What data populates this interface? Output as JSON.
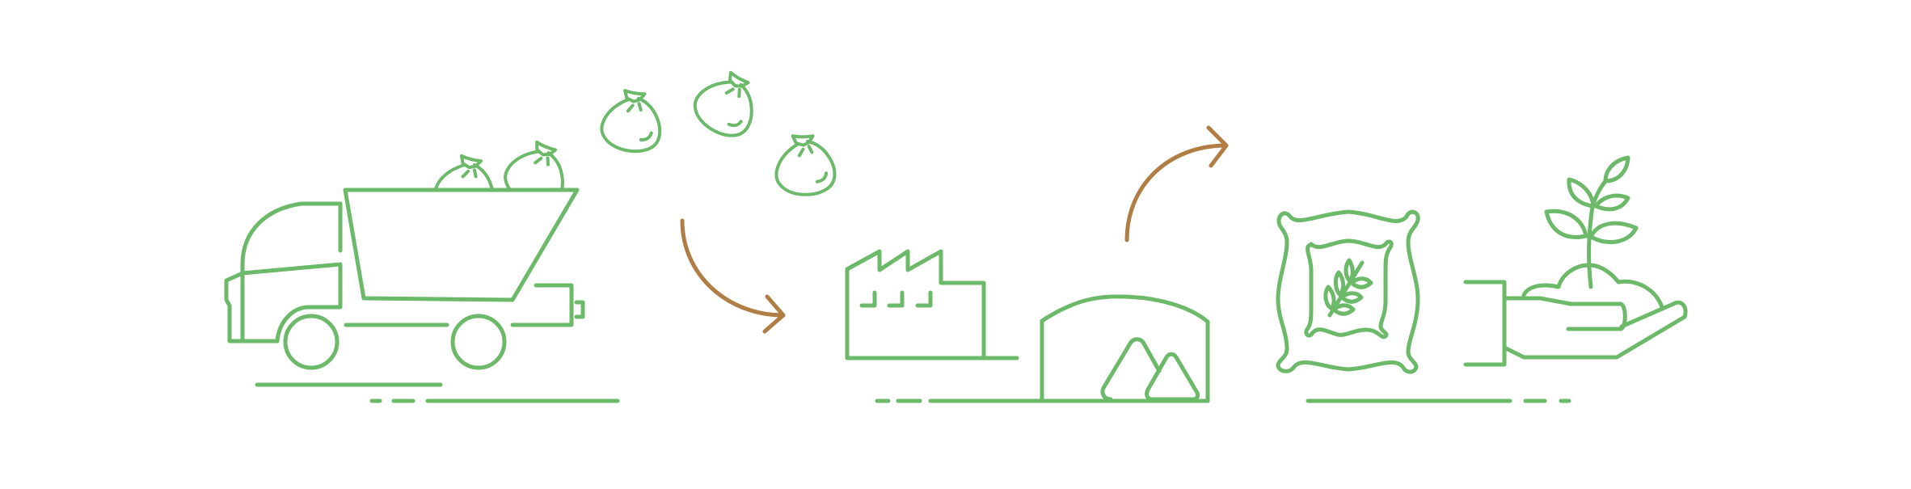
{
  "illustration": {
    "theme": "waste-to-compost process",
    "colors": {
      "line": "#6cb96a",
      "arrow": "#b07d45",
      "background": "#ffffff"
    },
    "stages": [
      "garbage-truck",
      "processing-plant",
      "fertilizer-bag",
      "hand-with-sprout"
    ]
  }
}
